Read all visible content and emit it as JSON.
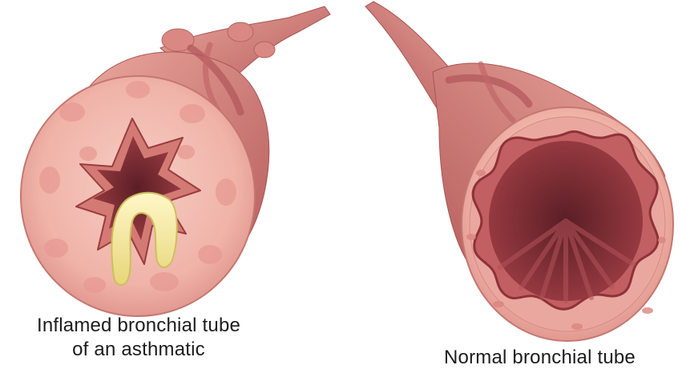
{
  "labels": {
    "inflamed_line1": "Inflamed bronchial tube",
    "inflamed_line2": "of an asthmatic",
    "normal": "Normal bronchial tube"
  },
  "colors": {
    "outer_tissue": "#f0b3a8",
    "wall_band": "#c96a68",
    "wall_dark": "#9a3d40",
    "lumen_dark": "#7a2a30",
    "mucus": "#efe59a",
    "mucus_edge": "#cdbf5e",
    "cell_spot": "#e79a92",
    "background": "#ffffff",
    "caption_text": "#1c1c1c"
  }
}
